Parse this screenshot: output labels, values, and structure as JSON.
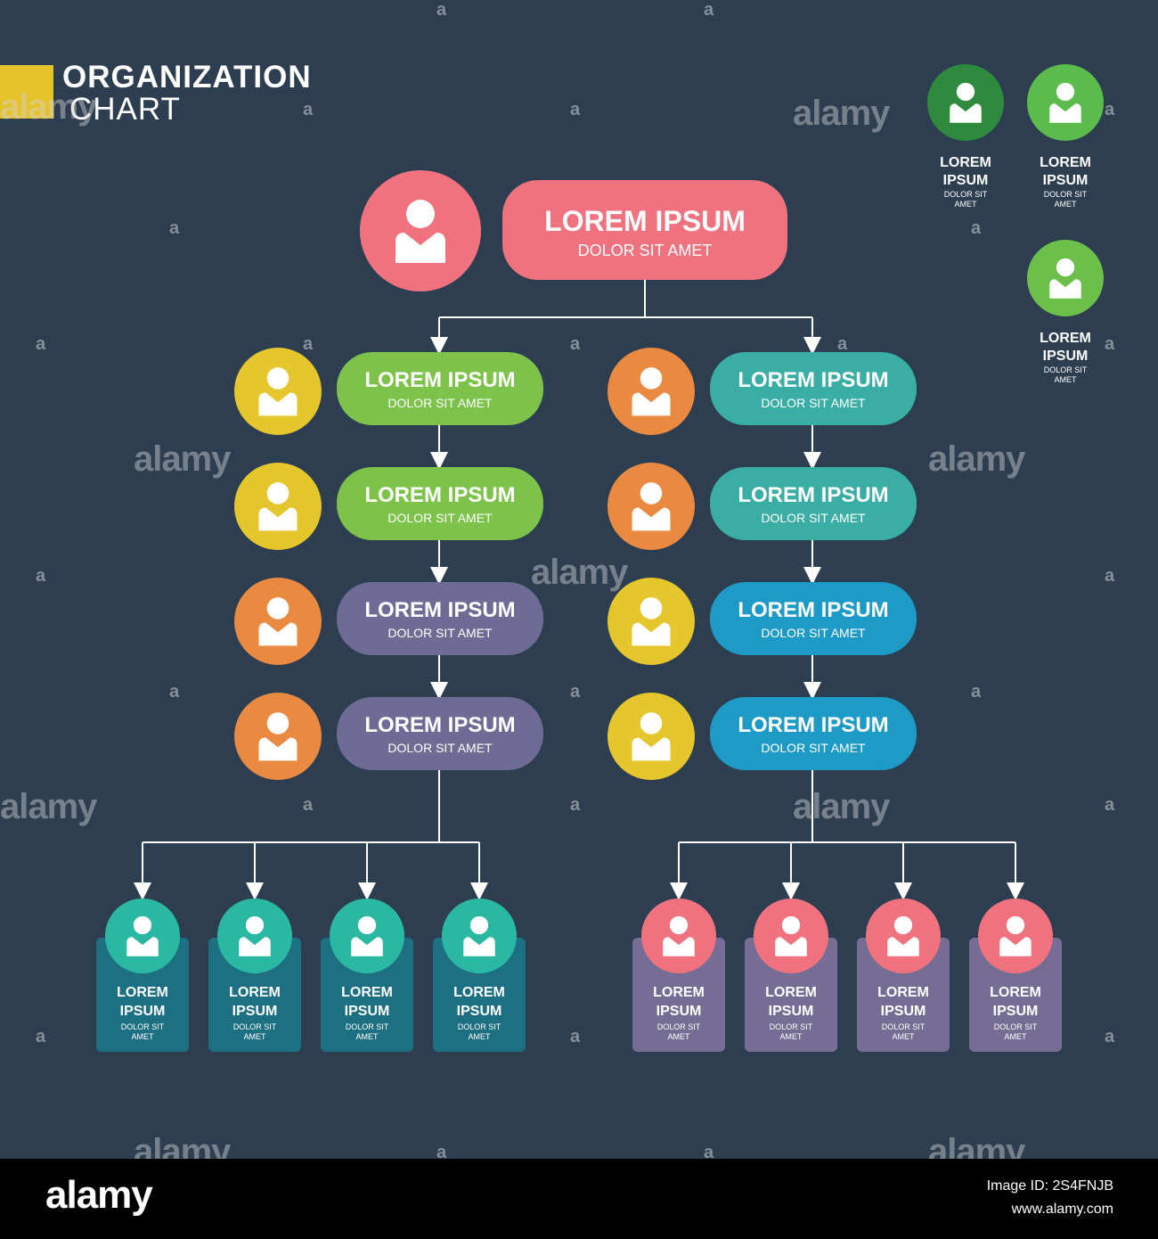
{
  "header": {
    "title_bold": "ORGANIZATION",
    "title_light": "CHART"
  },
  "node_title": "LOREM IPSUM",
  "node_subtitle": "DOLOR SIT AMET",
  "card_title": "LOREM\nIPSUM",
  "card_subtitle": "DOLOR SIT\nAMET",
  "watermark": "alamy",
  "watermark_small": "a",
  "footer": {
    "logo": "alamy",
    "image_id": "Image ID: 2S4FNJB",
    "url": "www.alamy.com"
  },
  "colors": {
    "background": "#2d3e50",
    "connector": "#ffffff",
    "title_accent": "#e5c22a",
    "root_pill": "#f0727f",
    "root_circle": "#f0727f",
    "left_column": [
      {
        "circle": "#e5c62d",
        "pill": "#7dc24a"
      },
      {
        "circle": "#e5c62d",
        "pill": "#7dc24a"
      },
      {
        "circle": "#ea8a40",
        "pill": "#6e6b94"
      },
      {
        "circle": "#ea8a40",
        "pill": "#6e6b94"
      }
    ],
    "right_column": [
      {
        "circle": "#ea8a40",
        "pill": "#3aaea4"
      },
      {
        "circle": "#ea8a40",
        "pill": "#3aaea4"
      },
      {
        "circle": "#e5c62d",
        "pill": "#1d9bc6"
      },
      {
        "circle": "#e5c62d",
        "pill": "#1d9bc6"
      }
    ],
    "left_team": {
      "circle": "#2bb8a3",
      "card": "#1d6f82"
    },
    "right_team": {
      "circle": "#f0727f",
      "card": "#756d93"
    },
    "side_nodes": [
      "#2e8b3e",
      "#5cbc4b",
      "#6cc04a"
    ]
  }
}
